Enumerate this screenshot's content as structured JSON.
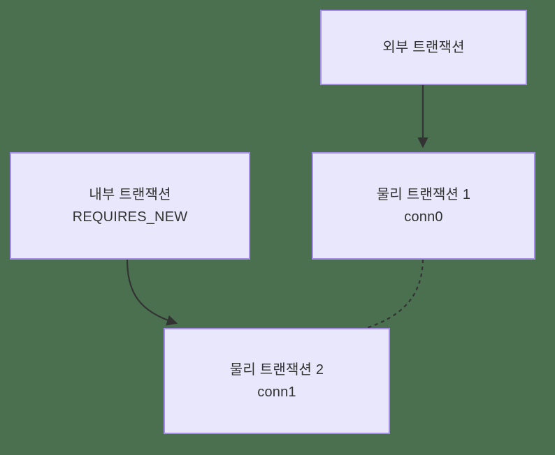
{
  "diagram": {
    "type": "flowchart",
    "background_color": "#4a7050",
    "node_fill_color": "#e9e7fb",
    "node_border_color": "#a78bea",
    "text_color": "#333333",
    "edge_color": "#333333",
    "nodes": [
      {
        "id": "external",
        "name": "external-transaction",
        "line1": "외부 트랜잭션",
        "line2": ""
      },
      {
        "id": "internal",
        "name": "internal-transaction",
        "line1": "내부 트랜잭션",
        "line2": "REQUIRES_NEW"
      },
      {
        "id": "physical1",
        "name": "physical-transaction-1",
        "line1": "물리 트랜잭션 1",
        "line2": "conn0"
      },
      {
        "id": "physical2",
        "name": "physical-transaction-2",
        "line1": "물리 트랜잭션 2",
        "line2": "conn1"
      }
    ],
    "edges": [
      {
        "id": "edge-external-to-physical1",
        "from": "external",
        "to": "physical1",
        "style": "solid",
        "arrowhead": true,
        "label": ""
      },
      {
        "id": "edge-internal-to-physical2",
        "from": "internal",
        "to": "physical2",
        "style": "solid",
        "arrowhead": true,
        "label": ""
      },
      {
        "id": "edge-physical1-to-physical2",
        "from": "physical1",
        "to": "physical2",
        "style": "dashed",
        "arrowhead": false,
        "label": ""
      }
    ]
  }
}
